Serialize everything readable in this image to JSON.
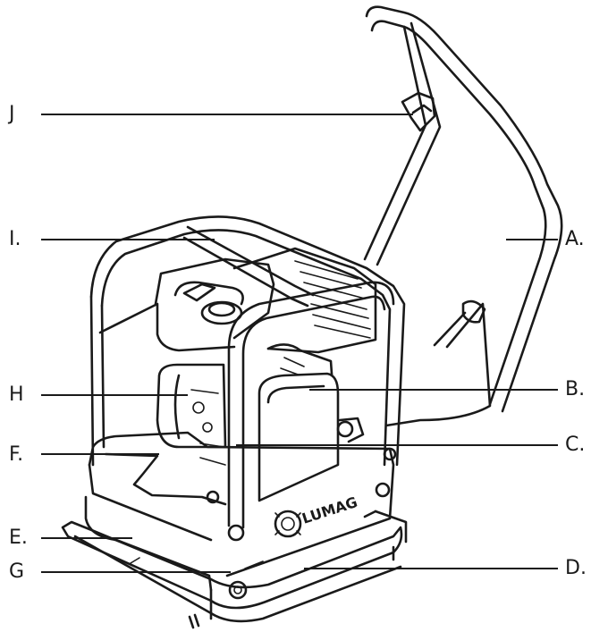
{
  "labels": {
    "J": "J",
    "I": "I.",
    "H": "H",
    "F": "F.",
    "E": "E.",
    "G": "G",
    "A": "A.",
    "B": "B.",
    "C": "C.",
    "D": "D."
  },
  "logo": {
    "brand": "LUMAG"
  },
  "colors": {
    "ink": "#1a1a1a",
    "background": "#ffffff"
  }
}
